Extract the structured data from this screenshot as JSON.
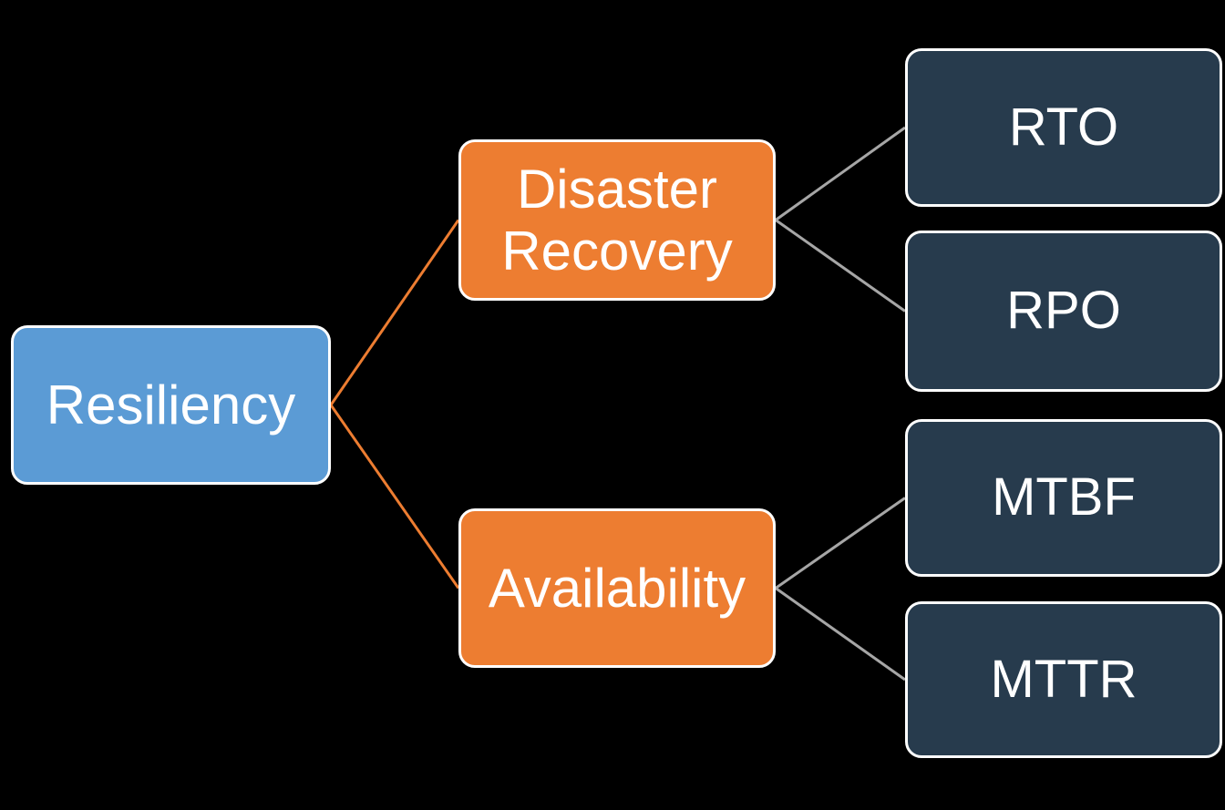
{
  "diagram": {
    "type": "hierarchy",
    "root": {
      "label": "Resiliency"
    },
    "branches": [
      {
        "label": "Disaster Recovery",
        "children": [
          {
            "label": "RTO"
          },
          {
            "label": "RPO"
          }
        ]
      },
      {
        "label": "Availability",
        "children": [
          {
            "label": "MTBF"
          },
          {
            "label": "MTTR"
          }
        ]
      }
    ]
  },
  "colors": {
    "background": "#000000",
    "root_fill": "#5B9BD5",
    "branch_fill": "#ED7D31",
    "leaf_fill": "#273B4D",
    "node_border": "#FFFFFF",
    "branch_connector": "#ED7D31",
    "leaf_connector": "#A6A6A6",
    "text": "#FFFFFF"
  }
}
